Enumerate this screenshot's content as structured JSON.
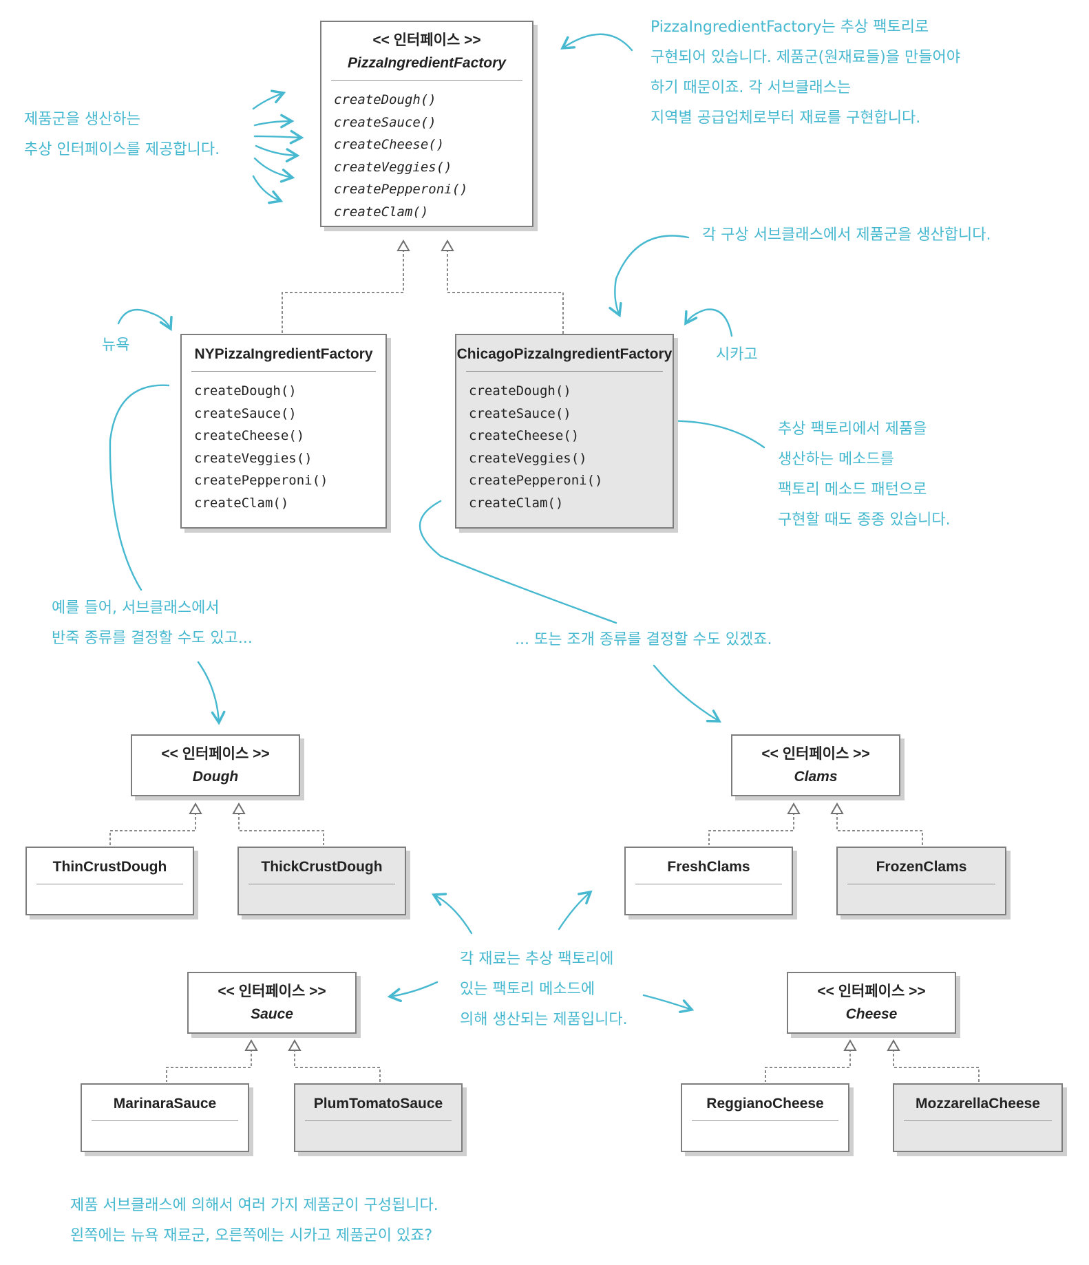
{
  "colors": {
    "annotation": "#46b8cf",
    "box_border": "#7d7d7d",
    "box_shadow": "#cfcfcf",
    "gray_fill": "#e6e6e6"
  },
  "stereotype": "<< 인터페이스 >>",
  "abstract_factory": {
    "name": "PizzaIngredientFactory",
    "methods": [
      "createDough()",
      "createSauce()",
      "createCheese()",
      "createVeggies()",
      "createPepperoni()",
      "createClam()"
    ]
  },
  "ny_factory": {
    "name": "NYPizzaIngredientFactory",
    "methods": [
      "createDough()",
      "createSauce()",
      "createCheese()",
      "createVeggies()",
      "createPepperoni()",
      "createClam()"
    ]
  },
  "chicago_factory": {
    "name": "ChicagoPizzaIngredientFactory",
    "methods": [
      "createDough()",
      "createSauce()",
      "createCheese()",
      "createVeggies()",
      "createPepperoni()",
      "createClam()"
    ]
  },
  "products": {
    "dough": {
      "interface": "Dough",
      "ny": "ThinCrustDough",
      "chicago": "ThickCrustDough"
    },
    "clams": {
      "interface": "Clams",
      "ny": "FreshClams",
      "chicago": "FrozenClams"
    },
    "sauce": {
      "interface": "Sauce",
      "ny": "MarinaraSauce",
      "chicago": "PlumTomatoSauce"
    },
    "cheese": {
      "interface": "Cheese",
      "ny": "ReggianoCheese",
      "chicago": "MozzarellaCheese"
    }
  },
  "notes": {
    "top_right": [
      "PizzaIngredientFactory는 추상 팩토리로",
      "구현되어 있습니다. 제품군(원재료들)을 만들어야",
      "하기 때문이죠. 각 서브클래스는",
      "지역별 공급업체로부터 재료를 구현합니다."
    ],
    "top_left": [
      "제품군을 생산하는",
      "추상 인터페이스를 제공합니다."
    ],
    "subclass": "각 구상 서브클래스에서 제품군을 생산합니다.",
    "ny_label": "뉴욕",
    "chicago_label": "시카고",
    "factory_method": [
      "추상 팩토리에서 제품을",
      "생산하는 메소드를",
      "팩토리 메소드 패턴으로",
      "구현할 때도 종종 있습니다."
    ],
    "example_left": [
      "예를 들어, 서브클래스에서",
      "반죽 종류를 결정할 수도 있고..."
    ],
    "example_right": "... 또는 조개 종류를 결정할 수도 있겠죠.",
    "each_product": [
      "각 재료는 추상 팩토리에",
      "있는 팩토리 메소드에",
      "의해 생산되는 제품입니다."
    ],
    "bottom": [
      "제품 서브클래스에 의해서 여러 가지 제품군이 구성됩니다.",
      "왼쪽에는 뉴욕 재료군, 오른쪽에는 시카고 제품군이 있죠?"
    ]
  }
}
